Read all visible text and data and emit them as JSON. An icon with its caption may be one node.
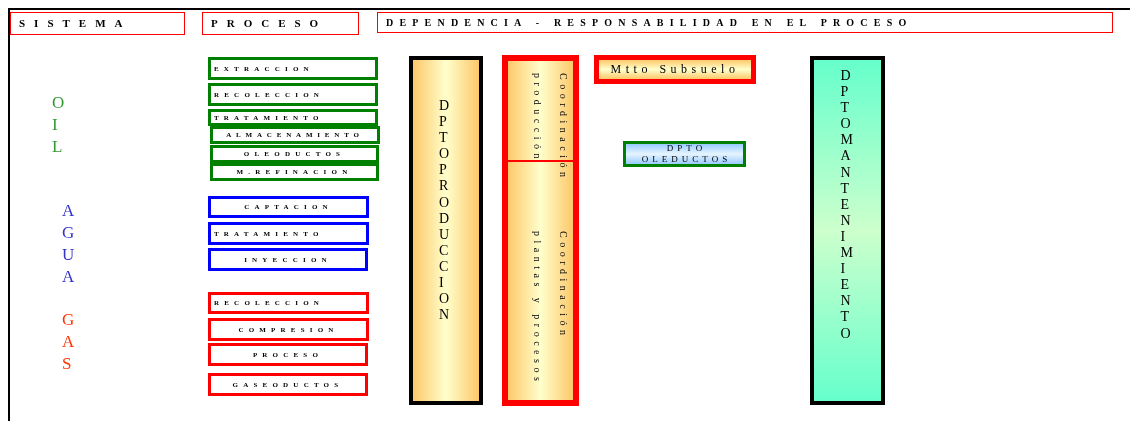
{
  "diagram": {
    "nodes": [
      {
        "text": [
          "SISTEMA"
        ]
      },
      {
        "text": [
          "PROCESO"
        ]
      },
      {
        "text": [
          "DEPENDENCIA - RESPONSABILIDAD EN EL PROCESO"
        ]
      },
      {
        "text": [
          "EXTRACCION"
        ]
      },
      {
        "text": [
          "RECOLECCION"
        ]
      },
      {
        "text": [
          "TRATAMIENTO"
        ]
      },
      {
        "text": [
          "ALMACENAMIENTO"
        ]
      },
      {
        "text": [
          "OLEODUCTOS"
        ]
      },
      {
        "text": [
          "M.REFINACION"
        ]
      },
      {
        "text": [
          "CAPTACION"
        ]
      },
      {
        "text": [
          "TRATAMIENTO"
        ]
      },
      {
        "text": [
          "INYECCION"
        ]
      },
      {
        "text": [
          "RECOLECCION"
        ]
      },
      {
        "text": [
          "COMPRESION"
        ]
      },
      {
        "text": [
          "PROCESO"
        ]
      },
      {
        "text": [
          "GASEODUCTOS"
        ]
      },
      {
        "text": [
          "DPTO PRODUCCION"
        ]
      },
      {
        "text": [
          "Coordinación producción",
          "Coordinación plantas y procesos"
        ]
      },
      {
        "text": [
          "Mtto Subsuelo"
        ]
      },
      {
        "text": [
          "DPTO OLEDUCTOS"
        ]
      },
      {
        "text": [
          "DPTO MANTENIMIENTO"
        ]
      }
    ],
    "labels": [
      "OIL",
      "AGUA",
      "GAS"
    ]
  }
}
